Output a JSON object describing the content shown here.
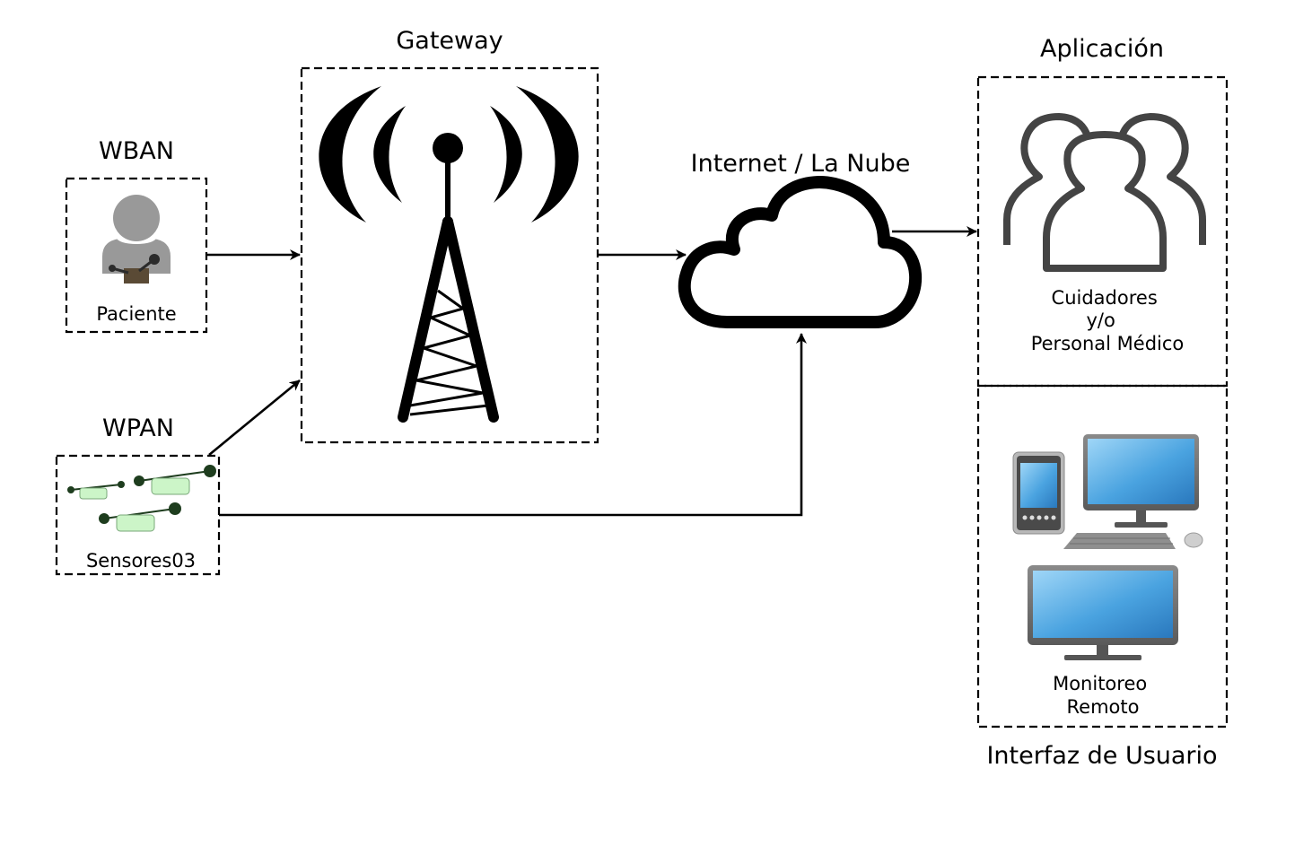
{
  "wban": {
    "title": "WBAN",
    "caption": "Paciente",
    "icon": "patient-with-sensor-icon"
  },
  "wpan": {
    "title": "WPAN",
    "caption": "Sensores03",
    "icon": "sensor-nodes-icon"
  },
  "gateway": {
    "title": "Gateway",
    "icon": "radio-tower-icon"
  },
  "internet": {
    "title": "Internet / La Nube",
    "icon": "cloud-icon"
  },
  "application": {
    "title": "Aplicación",
    "caption_lines": [
      "Cuidadores",
      "y/o",
      "Personal Médico"
    ],
    "icon": "users-group-icon"
  },
  "user_interface": {
    "title": "Interfaz de Usuario",
    "caption_lines": [
      "Monitoreo",
      "Remoto"
    ],
    "icons": [
      "smartphone-icon",
      "desktop-computer-icon",
      "monitor-icon"
    ]
  },
  "connections": [
    {
      "from": "WBAN",
      "to": "Gateway"
    },
    {
      "from": "WPAN",
      "to": "Gateway"
    },
    {
      "from": "WPAN",
      "to": "Internet / La Nube"
    },
    {
      "from": "Gateway",
      "to": "Internet / La Nube"
    },
    {
      "from": "Internet / La Nube",
      "to": "Aplicación"
    }
  ],
  "colors": {
    "line": "#000000",
    "patient_gray": "#999999",
    "sensor_fill": "#ccf5c8",
    "sensor_node": "#1e3d1e",
    "users_stroke": "#444444",
    "screen_blue": "#4a9fdc"
  }
}
